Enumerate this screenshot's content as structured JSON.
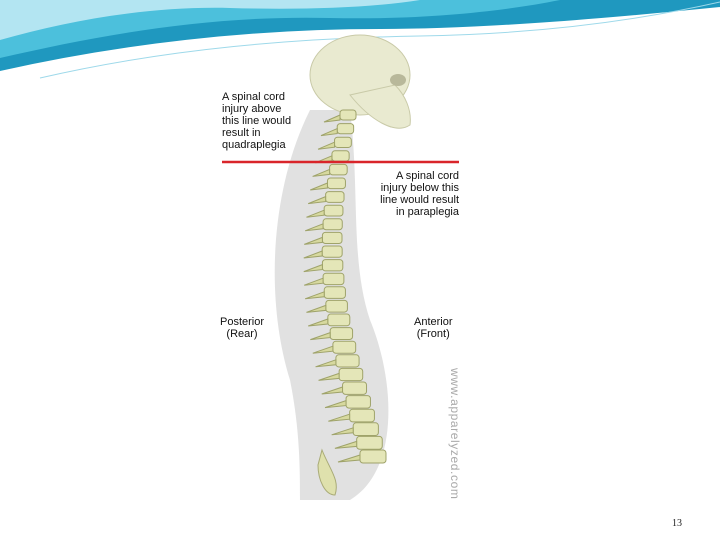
{
  "slide": {
    "banner_colors": {
      "deep": "#1f98bf",
      "mid": "#4cc0dc",
      "light": "#bfe9f4"
    },
    "page_number": "13"
  },
  "figure": {
    "above_label": [
      "A spinal cord",
      "injury above",
      "this line would",
      "result in",
      "quadraplegia"
    ],
    "below_label": [
      "A spinal cord",
      "injury below this",
      "line would result",
      "in paraplegia"
    ],
    "posterior_label": [
      "Posterior",
      "(Rear)"
    ],
    "anterior_label": [
      "Anterior",
      "(Front)"
    ],
    "watermark": "www.apparelyzed.com",
    "divider_color": "#d9252a",
    "bone_color": "#e4e6b8",
    "shadow_color": "#dcdcdc"
  }
}
